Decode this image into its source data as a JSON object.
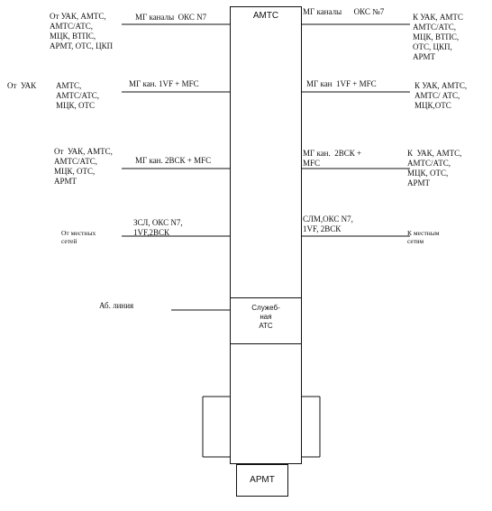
{
  "diagram": {
    "center_box": {
      "title": "АМТС"
    },
    "service_box": {
      "title": "Служеб-\nная\nАТС"
    },
    "armt_box": {
      "title": "АРМТ"
    },
    "rows": [
      {
        "left_source": "От УАК, АМТС,\nАМТС/АТС,\nМЦК, ВТПС,\nАРМТ, ОТС, ЦКП",
        "left_channel": "МГ каналы  ОКС N7",
        "right_channel": "МГ каналы      ОКС №7",
        "right_dest": "К УАК, АМТС\nАМТС/АТС,\nМЦК, ВТПС,\nОТС, ЦКП,\nАРМТ"
      },
      {
        "left_outer": "От  УАК",
        "left_source": "АМТС,\nАМТС/АТС,\nМЦК, ОТС",
        "left_channel": "МГ кан. 1VF + MFC",
        "right_channel": "МГ кан  1VF + MFC",
        "right_dest": "К УАК, АМТС,\nАМТС/ АТС,\nМЦК,ОТС"
      },
      {
        "left_source": "От  УАК, АМТС,\nАМТС/АТС,\nМЦК, ОТС,\nАРМТ",
        "left_channel": "МГ кан. 2ВСК + MFC",
        "right_channel": "МГ кан.  2ВСК +\nMFC",
        "right_dest": "К  УАК, АМТС,\nАМТС/АТС,\nМЦК, ОТС,\nАРМТ"
      },
      {
        "left_source": "От местных\nсетей",
        "left_channel": "ЗСЛ, ОКС N7,\n1VF,2ВСК",
        "right_channel": "СЛМ,ОКС N7,\n1VF, 2ВСК",
        "right_dest": "К местным\nсетям"
      }
    ],
    "subscriber_line": "Аб. линия"
  }
}
